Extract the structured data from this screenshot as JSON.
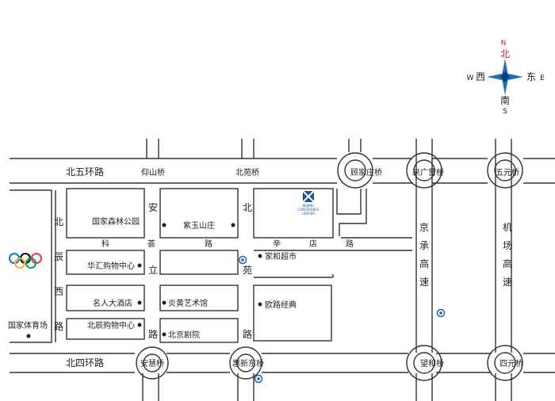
{
  "compass": {
    "north_letter": "N",
    "north_char": "北",
    "south_letter": "S",
    "south_char": "南",
    "east_letter": "E",
    "east_char": "东",
    "west_letter": "W",
    "west_char": "西"
  },
  "roads": {
    "north_5th_ring": "北五环路",
    "north_4th_ring": "北四环路",
    "keyun_road": [
      "科",
      "荟",
      "路"
    ],
    "xindian_road": [
      "辛",
      "店",
      "路"
    ],
    "beichen_west_road": [
      "北",
      "辰",
      "西",
      "路"
    ],
    "anli_road": [
      "安",
      "立",
      "路"
    ],
    "beiyuan_road": [
      "北",
      "苑",
      "路"
    ],
    "jingcheng_expressway": [
      "京",
      "承",
      "高",
      "速"
    ],
    "airport_expressway": [
      "机",
      "场",
      "高",
      "速"
    ]
  },
  "bridges": {
    "yangshan": "仰山桥",
    "beiyuan": "北苑桥",
    "gujiazhuang": "顾家庄桥",
    "laiguangying": "来广营桥",
    "wuyuan": "五元桥",
    "anhui": "安慧桥",
    "huixin_east": "惠新东桥",
    "wanghe": "望和桥",
    "siyuan": "四元桥"
  },
  "places": {
    "forest_park": "国家森林公园",
    "ziyu_shanzhuang": "紫玉山庄",
    "conference_logo_line1": "BEIJING",
    "conference_logo_line2": "CONFERENCE",
    "conference_logo_line3": "CENTER",
    "huahui_mall": "华汇购物中心",
    "jiahe_supermarket": "家和超市",
    "mingren_hotel": "名人大酒店",
    "yanhuang_art": "炎黄艺术馆",
    "oulu_jingdian": "欧路经典",
    "beichen_mall": "北辰购物中心",
    "beijing_theater": "北京剧院",
    "national_stadium": "国家体育场"
  },
  "colors": {
    "compass_blue": "#1f6fc0",
    "compass_red": "#cc1f1f",
    "olympic_blue": "#0081c8",
    "olympic_yellow": "#fcb131",
    "olympic_black": "#000000",
    "olympic_green": "#00a651",
    "olympic_red": "#ee334e",
    "gas_station_blue": "#1e62b0",
    "logo_blue": "#1d4f9c"
  }
}
